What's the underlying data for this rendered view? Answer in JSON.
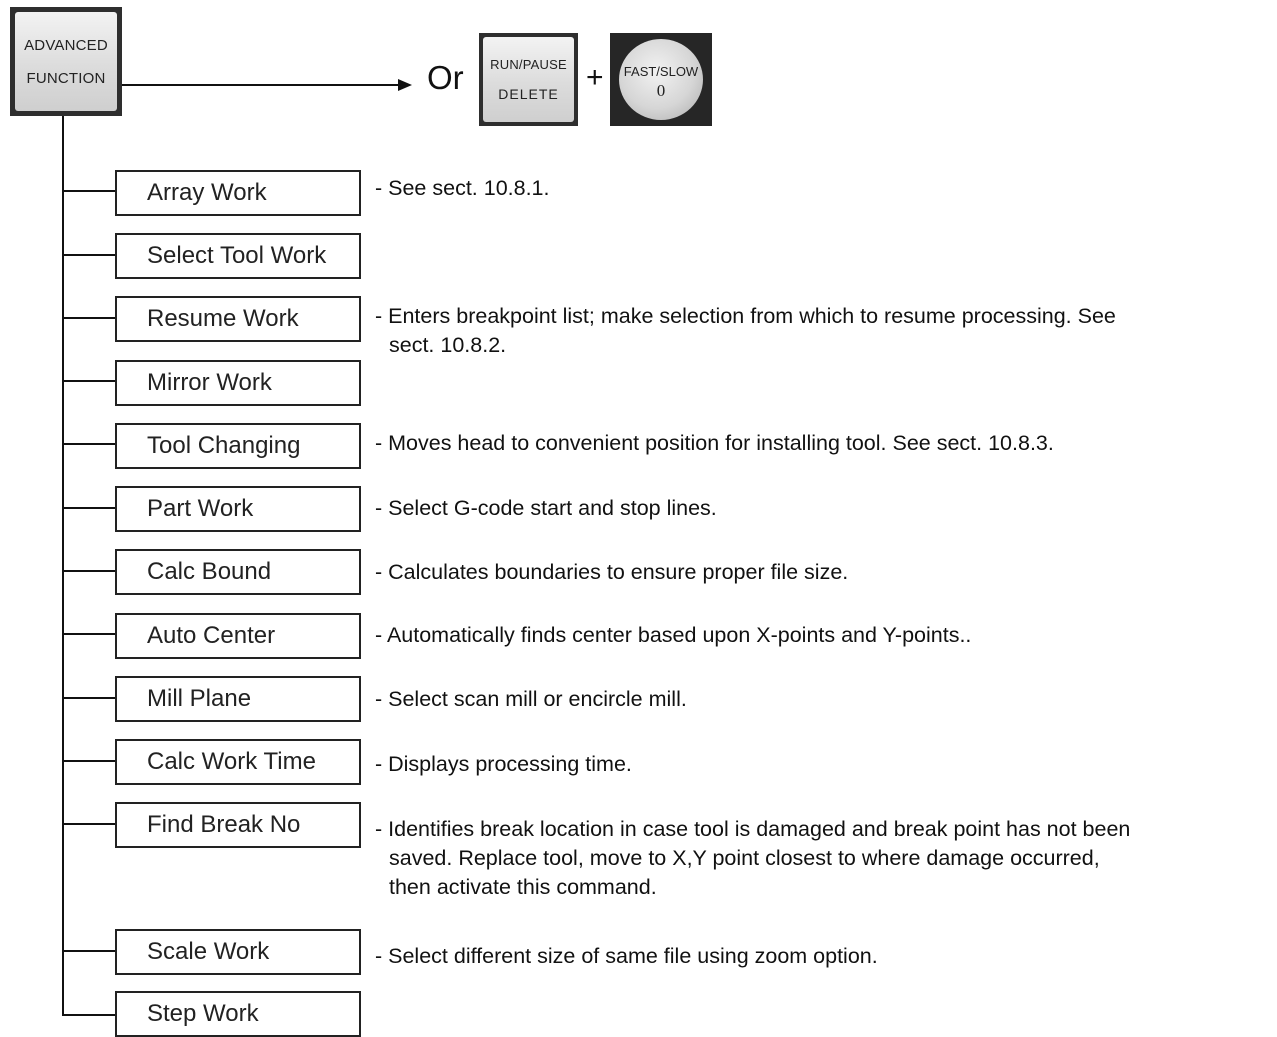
{
  "header": {
    "advanced_key": {
      "line1": "ADVANCED",
      "line2": "FUNCTION"
    },
    "or_label": "Or",
    "runpause_key": {
      "line1": "RUN/PAUSE",
      "line2": "DELETE"
    },
    "plus_label": "+",
    "fastslow_key": {
      "line1": "FAST/SLOW",
      "line2": "0"
    }
  },
  "menu": [
    {
      "label": "Array Work",
      "desc": "- See sect. 10.8.1."
    },
    {
      "label": "Select Tool Work",
      "desc": ""
    },
    {
      "label": "Resume Work",
      "desc": "- Enters breakpoint list; make selection from which to resume processing. See",
      "desc_cont": "sect. 10.8.2."
    },
    {
      "label": "Mirror Work",
      "desc": ""
    },
    {
      "label": "Tool Changing",
      "desc": "- Moves head to convenient position for installing tool. See sect. 10.8.3."
    },
    {
      "label": "Part Work",
      "desc": "- Select G-code start and stop lines."
    },
    {
      "label": "Calc Bound",
      "desc": "- Calculates boundaries to ensure proper file size."
    },
    {
      "label": "Auto Center",
      "desc": "- Automatically finds center based upon X-points and Y-points.."
    },
    {
      "label": "Mill Plane",
      "desc": "- Select scan mill or encircle mill."
    },
    {
      "label": "Calc Work Time",
      "desc": "- Displays processing time."
    },
    {
      "label": "Find Break No",
      "desc": "- Identifies break location in case tool is damaged and break point has not been",
      "desc_cont": "saved. Replace tool, move to X,Y point closest to where damage occurred,",
      "desc_cont2": "then activate this command."
    },
    {
      "label": "Scale Work",
      "desc": "- Select different size of same file using zoom option."
    },
    {
      "label": "Step Work",
      "desc": ""
    }
  ]
}
